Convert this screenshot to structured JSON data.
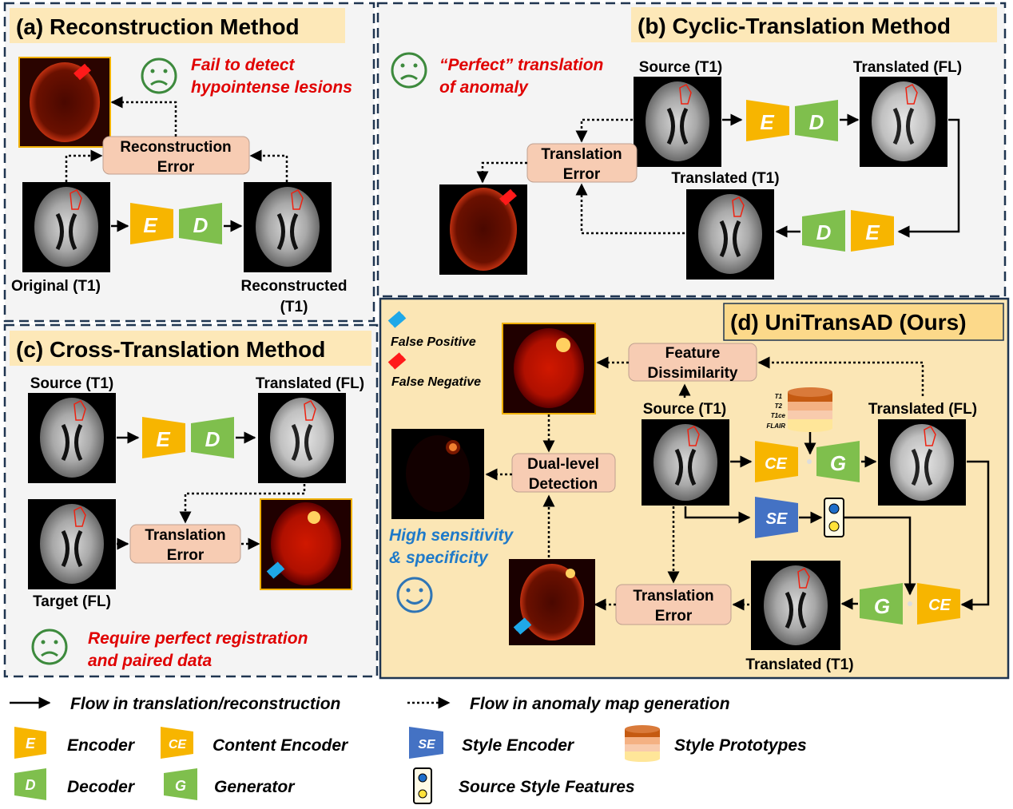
{
  "colors": {
    "encoder": "#f7b500",
    "decoder": "#7fbf4d",
    "style_encoder": "#4472c4",
    "error_box": "#f7ccb3",
    "title_bg": "#fde8b8",
    "panel_bg": "#f4f4f4",
    "ours_bg": "#fbe6b5",
    "red_text": "#e00000",
    "blue_text": "#1f7ac9",
    "smiley_green": "#3d8a3d",
    "smiley_blue": "#2f75b5",
    "border": "#1f3550"
  },
  "panel_a": {
    "title": "(a) Reconstruction Method",
    "fail_text_1": "Fail to detect",
    "fail_text_2": "hypointense lesions",
    "error_1": "Reconstruction",
    "error_2": "Error",
    "encoder": "E",
    "decoder": "D",
    "label_original": "Original (T1)",
    "label_recon_1": "Reconstructed",
    "label_recon_2": "(T1)"
  },
  "panel_b": {
    "title": "(b) Cyclic-Translation Method",
    "note_1": "“Perfect” translation",
    "note_2": "of anomaly",
    "label_source": "Source (T1)",
    "label_translated_fl": "Translated (FL)",
    "label_translated_t1": "Translated (T1)",
    "error_1": "Translation",
    "error_2": "Error",
    "encoder": "E",
    "decoder": "D"
  },
  "panel_c": {
    "title": "(c) Cross-Translation Method",
    "label_source": "Source (T1)",
    "label_translated": "Translated (FL)",
    "label_target": "Target (FL)",
    "error_1": "Translation",
    "error_2": "Error",
    "encoder": "E",
    "decoder": "D",
    "note_1": "Require perfect registration",
    "note_2": "and paired data"
  },
  "panel_d": {
    "title": "(d) UniTransAD (Ours)",
    "legend_fp": "False Positive",
    "legend_fn": "False Negative",
    "feat_1": "Feature",
    "feat_2": "Dissimilarity",
    "dual_1": "Dual-level",
    "dual_2": "Detection",
    "trans_err_1": "Translation",
    "trans_err_2": "Error",
    "label_source": "Source (T1)",
    "label_translated_fl": "Translated (FL)",
    "label_translated_t1": "Translated (T1)",
    "proto_1": "T1",
    "proto_2": "T2",
    "proto_3": "T1ce",
    "proto_4": "FLAIR",
    "ce": "CE",
    "g": "G",
    "se": "SE",
    "high_1": "High sensitivity",
    "high_2": "& specificity"
  },
  "legend": {
    "solid": "Flow in translation/reconstruction",
    "dotted": "Flow in anomaly map generation",
    "encoder": "Encoder",
    "content_encoder": "Content Encoder",
    "style_encoder": "Style Encoder",
    "style_prototypes": "Style Prototypes",
    "decoder": "Decoder",
    "generator": "Generator",
    "source_style": "Source Style Features",
    "e": "E",
    "ce": "CE",
    "se": "SE",
    "d": "D",
    "g": "G"
  }
}
